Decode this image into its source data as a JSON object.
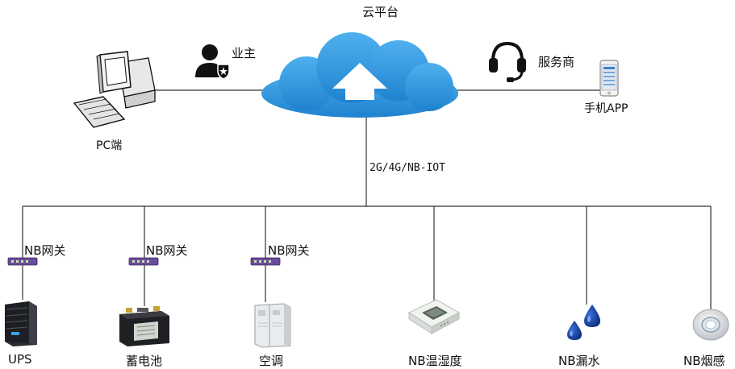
{
  "cloud": {
    "label": "云平台"
  },
  "owner": {
    "label": "业主"
  },
  "service": {
    "label": "服务商"
  },
  "pc": {
    "label": "PC端"
  },
  "phone": {
    "label": "手机APP"
  },
  "network": {
    "label": "2G/4G/NB-IOT"
  },
  "gateway_label": "NB网关",
  "devices": [
    {
      "label": "UPS"
    },
    {
      "label": "蓄电池"
    },
    {
      "label": "空调"
    },
    {
      "label": "NB温湿度"
    },
    {
      "label": "NB漏水"
    },
    {
      "label": "NB烟感"
    }
  ],
  "colors": {
    "cloud": "#2f93dd",
    "cloud_light": "#4aa8ea",
    "line": "#333333",
    "gateway": "#6a4c9c"
  }
}
